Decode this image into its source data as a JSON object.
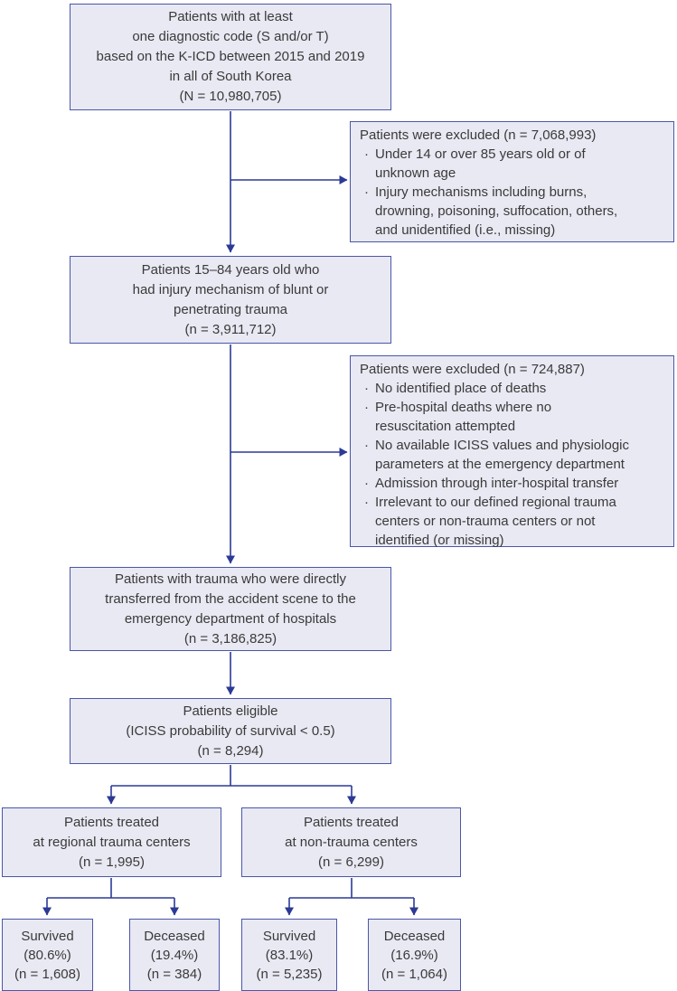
{
  "colors": {
    "box_fill": "#e9e9f4",
    "box_border": "#4a57a8",
    "arrow": "#2b3a96",
    "text": "#3a3a3a"
  },
  "flow": {
    "box1": {
      "lines": [
        "Patients with at least",
        "one diagnostic code (S and/or T)",
        "based on the K-ICD between 2015 and 2019",
        "in all of South Korea",
        "(N = 10,980,705)"
      ]
    },
    "excl1": {
      "title": "Patients were excluded (n = 7,068,993)",
      "bullets": [
        "Under 14 or over 85 years old or of\nunknown age",
        "Injury mechanisms including burns,\ndrowning, poisoning, suffocation, others,\nand unidentified (i.e., missing)"
      ]
    },
    "box2": {
      "lines": [
        "Patients 15–84 years old who",
        "had injury mechanism of blunt or",
        "penetrating trauma",
        "(n = 3,911,712)"
      ]
    },
    "excl2": {
      "title": "Patients were excluded (n = 724,887)",
      "bullets": [
        "No identified place of deaths",
        "Pre-hospital deaths where no\nresuscitation attempted",
        "No available ICISS values and physiologic\nparameters at the emergency department",
        "Admission through inter-hospital transfer",
        "Irrelevant to our defined regional trauma\ncenters or non-trauma centers or not\nidentified (or missing)"
      ]
    },
    "box3": {
      "lines": [
        "Patients with trauma who were directly",
        "transferred from the accident scene to the",
        "emergency department of hospitals",
        "(n = 3,186,825)"
      ]
    },
    "box4": {
      "lines": [
        "Patients eligible",
        "(ICISS probability of survival < 0.5)",
        "(n = 8,294)"
      ]
    },
    "branch_left": {
      "lines": [
        "Patients treated",
        "at regional trauma centers",
        "(n = 1,995)"
      ]
    },
    "branch_right": {
      "lines": [
        "Patients treated",
        "at non-trauma centers",
        "(n = 6,299)"
      ]
    },
    "outcome_rtc_survived": {
      "lines": [
        "Survived",
        "(80.6%)",
        "(n = 1,608)"
      ]
    },
    "outcome_rtc_deceased": {
      "lines": [
        "Deceased",
        "(19.4%)",
        "(n = 384)"
      ]
    },
    "outcome_ntc_survived": {
      "lines": [
        "Survived",
        "(83.1%)",
        "(n = 5,235)"
      ]
    },
    "outcome_ntc_deceased": {
      "lines": [
        "Deceased",
        "(16.9%)",
        "(n = 1,064)"
      ]
    }
  }
}
